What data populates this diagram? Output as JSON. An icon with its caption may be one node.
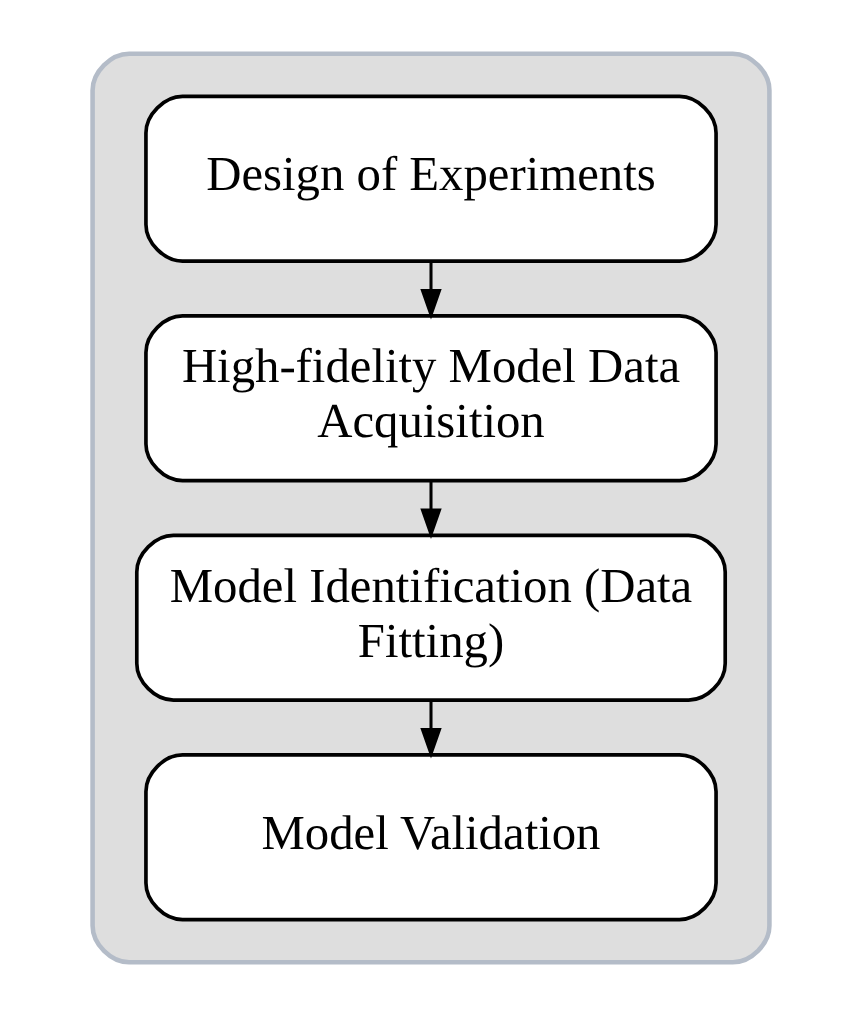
{
  "diagram": {
    "nodes": [
      {
        "text": [],
        "shape": "box"
      },
      {
        "text": [
          "Design of Experiments"
        ],
        "in": 0
      },
      {
        "text": [
          "High-fidelity Model Data Acquisition"
        ],
        "in": 0
      },
      {
        "text": [
          "Model Identification (Data Fitting)"
        ],
        "in": 0
      },
      {
        "text": [
          "Model Validation"
        ],
        "in": 0
      }
    ],
    "edges": [
      {
        "from": 1,
        "to": 2,
        "arrow": "to"
      },
      {
        "from": 2,
        "to": 3,
        "arrow": "to"
      },
      {
        "from": 3,
        "to": 4,
        "arrow": "to"
      }
    ]
  }
}
